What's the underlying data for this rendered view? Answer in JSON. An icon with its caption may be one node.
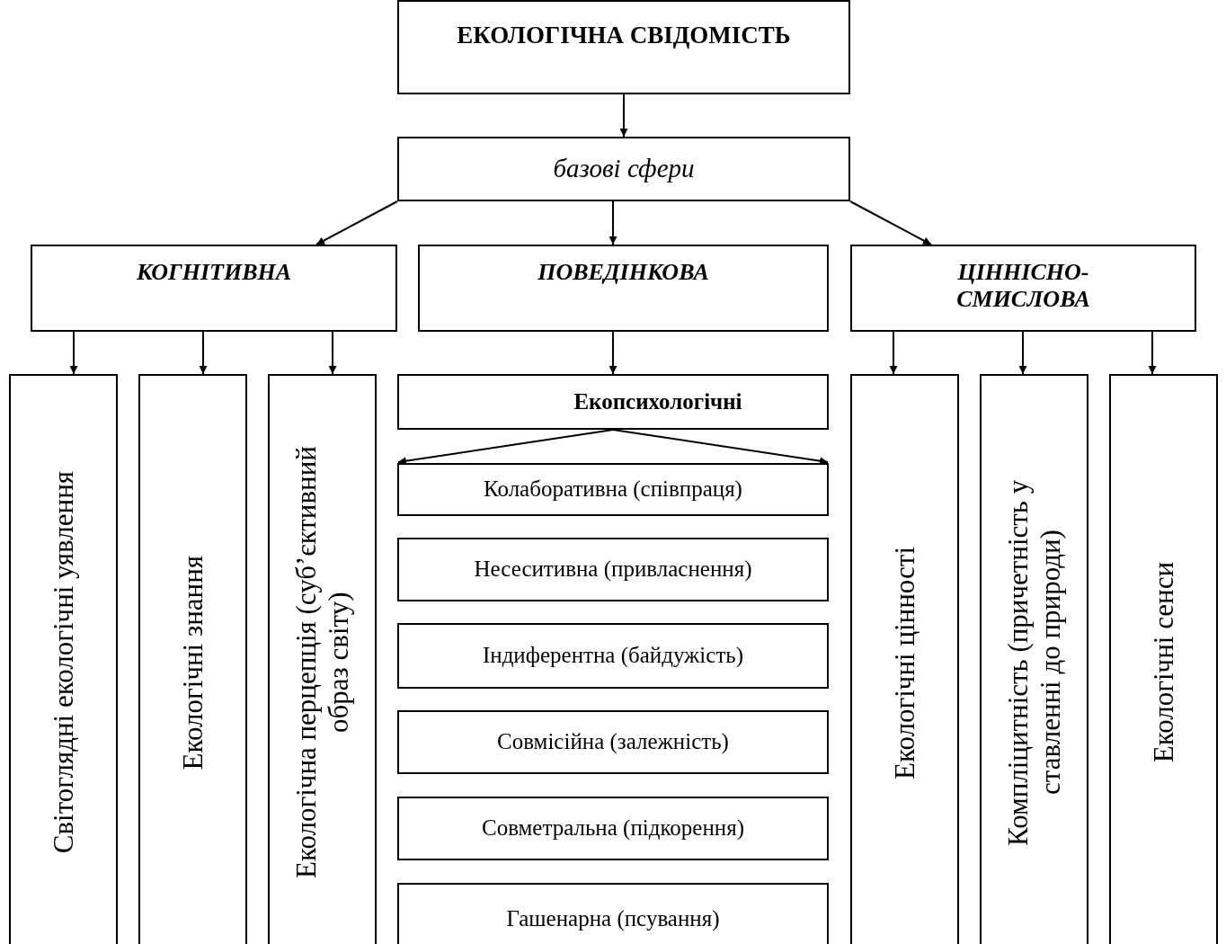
{
  "diagram": {
    "nodes": [
      {
        "text": [
          "ЕКОЛОГІЧНА СВІДОМІСТЬ"
        ]
      },
      {
        "text": [
          "базові сфери"
        ]
      },
      {
        "text": [
          "КОГНІТИВНА"
        ]
      },
      {
        "text": [
          "ПОВЕДІНКОВА"
        ]
      },
      {
        "text": [
          "ЦІННІСНО-СМИСЛОВА"
        ]
      },
      {
        "text": [
          "Світоглядні екологічні уявлення"
        ]
      },
      {
        "text": [
          "Екологічні знання"
        ]
      },
      {
        "text": [
          "Екологічна перцепція (суб’єктивний образ світу)"
        ]
      },
      {
        "text": [
          "Екопсихологічні"
        ]
      },
      {
        "text": [
          "Колаборативна (співпраця)"
        ]
      },
      {
        "text": [
          "Несеситивна (привласнення)"
        ]
      },
      {
        "text": [
          "Індиферентна (байдужість)"
        ]
      },
      {
        "text": [
          "Совмісійна (залежність)"
        ]
      },
      {
        "text": [
          "Совметральна (підкорення)"
        ]
      },
      {
        "text": [
          "Гашенарна (псування)"
        ]
      },
      {
        "text": [
          "Екологічні цінності"
        ]
      },
      {
        "text": [
          "Компліцитність (причетність у ставленні до природи)"
        ]
      },
      {
        "text": [
          "Екологічні сенси"
        ]
      }
    ],
    "edges": [
      {
        "from": 0,
        "to": 1,
        "arrow": "to"
      },
      {
        "from": 1,
        "to": 2,
        "arrow": "to"
      },
      {
        "from": 1,
        "to": 3,
        "arrow": "to"
      },
      {
        "from": 1,
        "to": 4,
        "arrow": "to"
      },
      {
        "from": 2,
        "to": 5,
        "arrow": "to"
      },
      {
        "from": 2,
        "to": 6,
        "arrow": "to"
      },
      {
        "from": 2,
        "to": 7,
        "arrow": "to"
      },
      {
        "from": 3,
        "to": 8,
        "arrow": "to"
      },
      {
        "from": 4,
        "to": 15,
        "arrow": "to"
      },
      {
        "from": 4,
        "to": 16,
        "arrow": "to"
      },
      {
        "from": 4,
        "to": 17,
        "arrow": "to"
      },
      {
        "from": 8,
        "to": 9,
        "arrow": "to"
      },
      {
        "from": 8,
        "to": 9,
        "arrow": "to"
      }
    ]
  }
}
